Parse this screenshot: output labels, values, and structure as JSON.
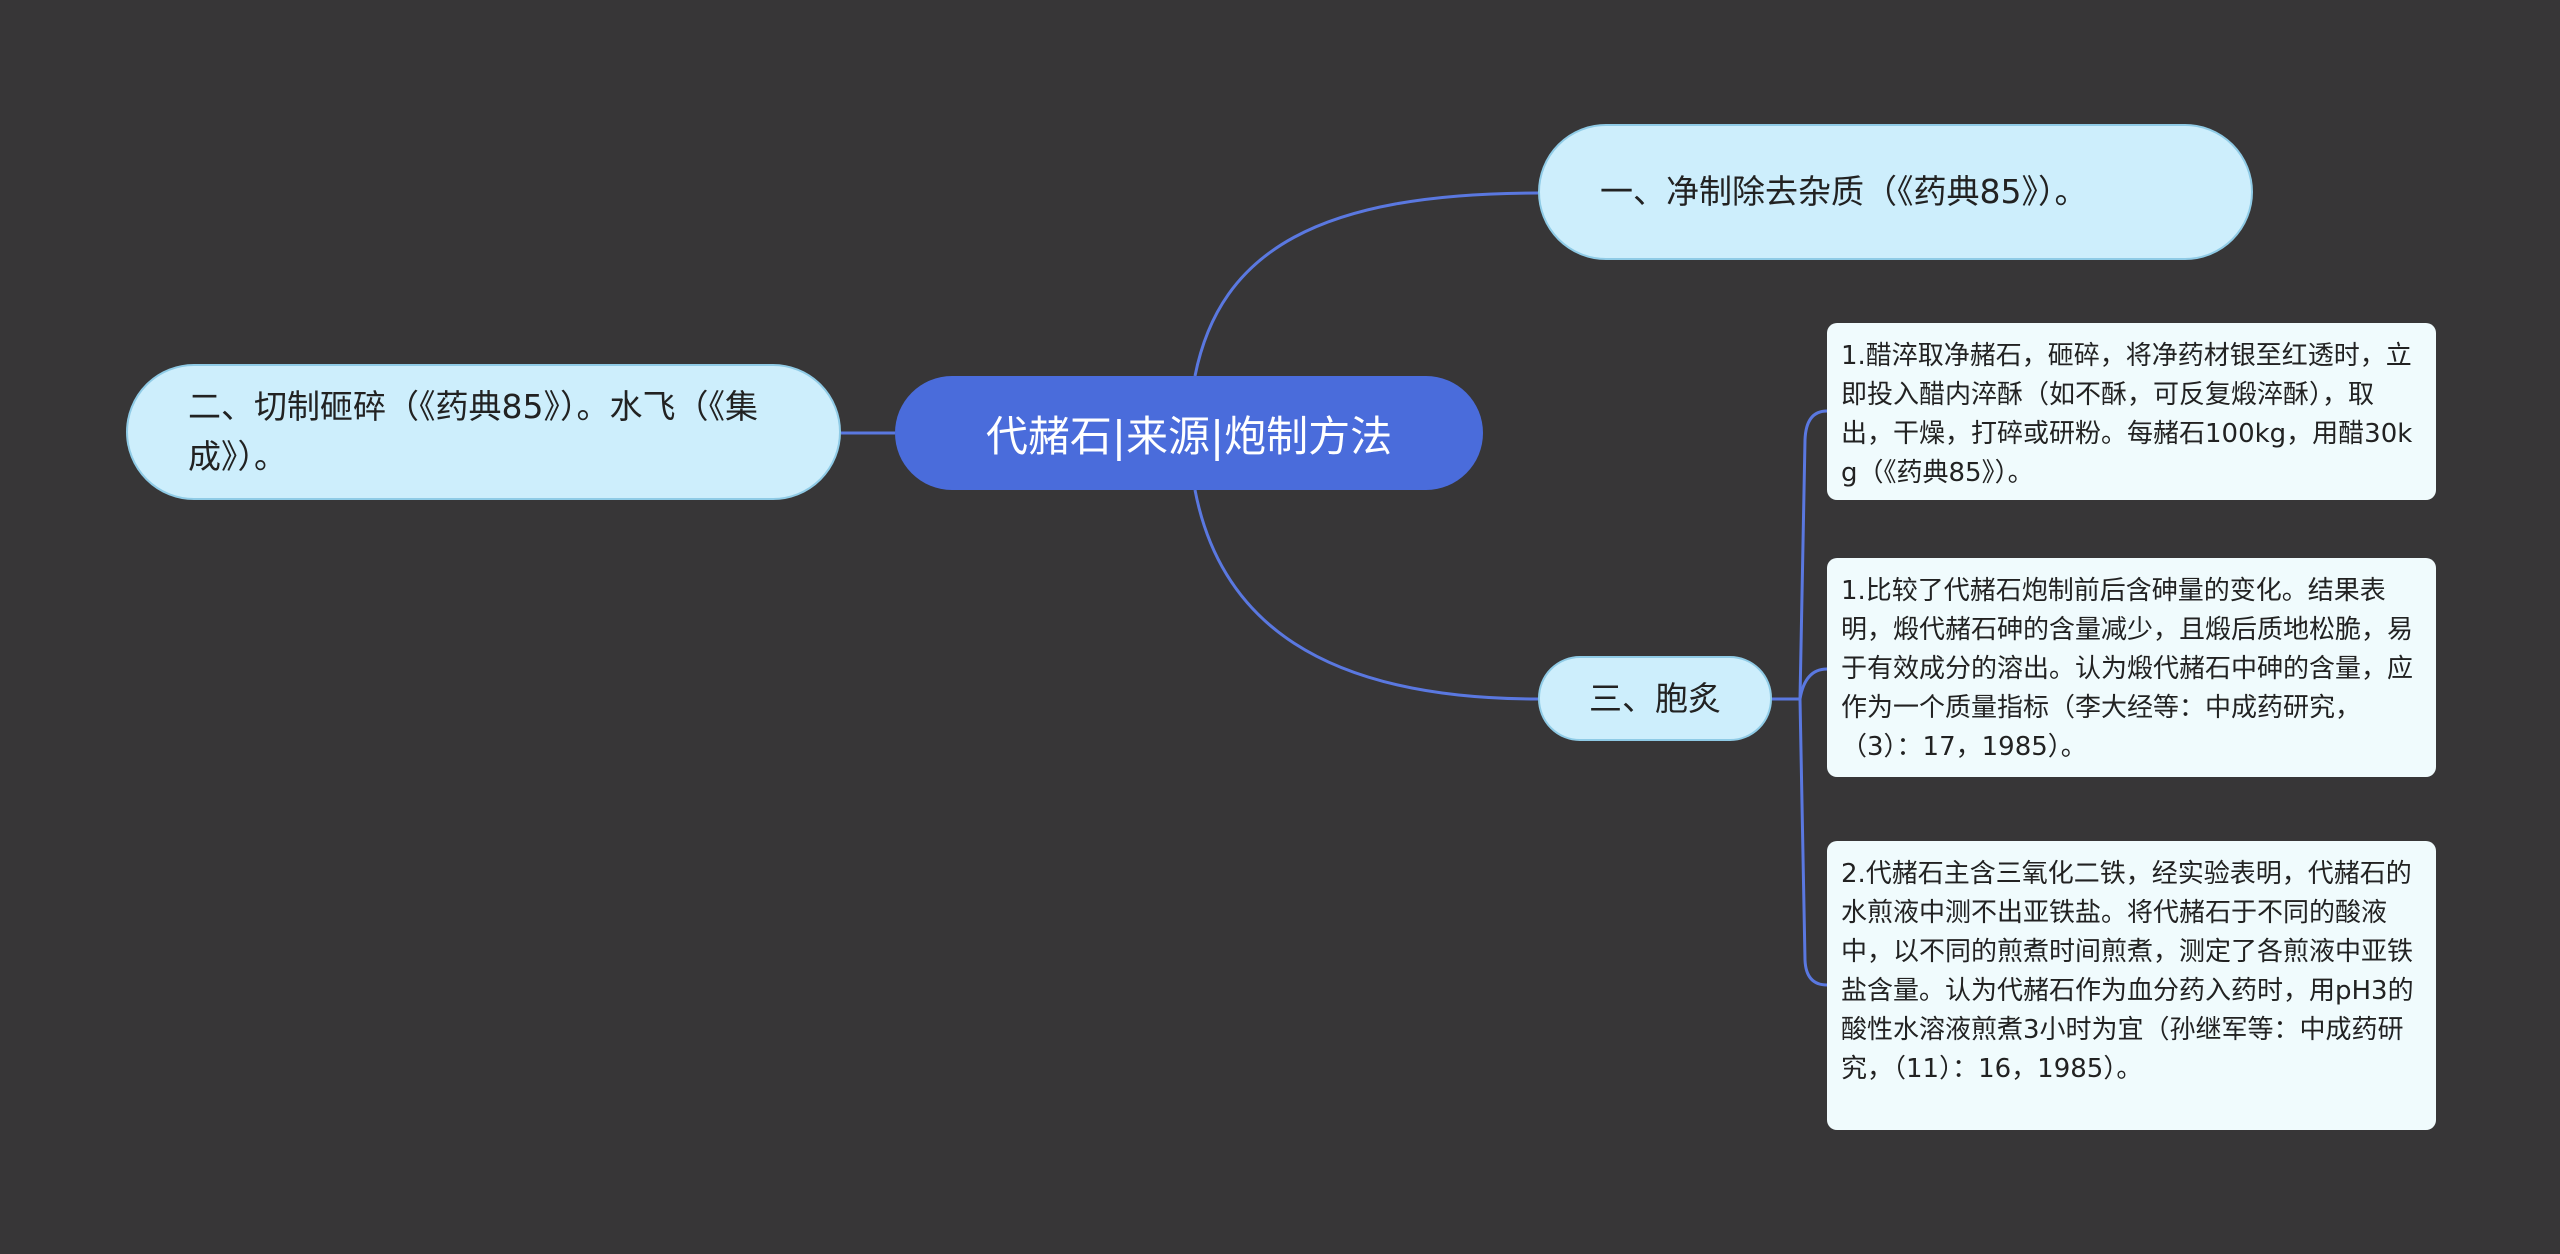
{
  "root": {
    "label": "代赭石|来源|炮制方法"
  },
  "branches": [
    {
      "label": "一、净制除去杂质（《药典85》）。"
    },
    {
      "label": "二、切制砸碎（《药典85》）。水飞（《集成》）。"
    },
    {
      "label": "三、胞炙",
      "children": [
        {
          "text": "1.醋淬取净赭石，砸碎，将净药材银至红透时，立即投入醋内淬酥（如不酥，可反复煅淬酥），取出，干燥，打碎或研粉。每赭石100kg，用醋30kg（《药典85》）。"
        },
        {
          "text": "1.比较了代赭石炮制前后含砷量的变化。结果表明，煅代赭石砷的含量减少，且煅后质地松脆，易于有效成分的溶出。认为煅代赭石中砷的含量，应作为一个质量指标（李大经等：中成药研究，（3）：17，1985）。"
        },
        {
          "text": "2.代赭石主含三氧化二铁，经实验表明，代赭石的水煎液中测不出亚铁盐。将代赭石于不同的酸液中，以不同的煎煮时间煎煮，测定了各煎液中亚铁盐含量。认为代赭石作为血分药入药时，用pH3的酸性水溶液煎煮3小时为宜（孙继军等：中成药研究，（11）：16，1985）。"
        }
      ]
    }
  ],
  "colors": {
    "background": "#373637",
    "root": "#4a6cdb",
    "branch": "#cdeefc",
    "leaf": "#f0fbfd",
    "link": "#5a78e0"
  }
}
